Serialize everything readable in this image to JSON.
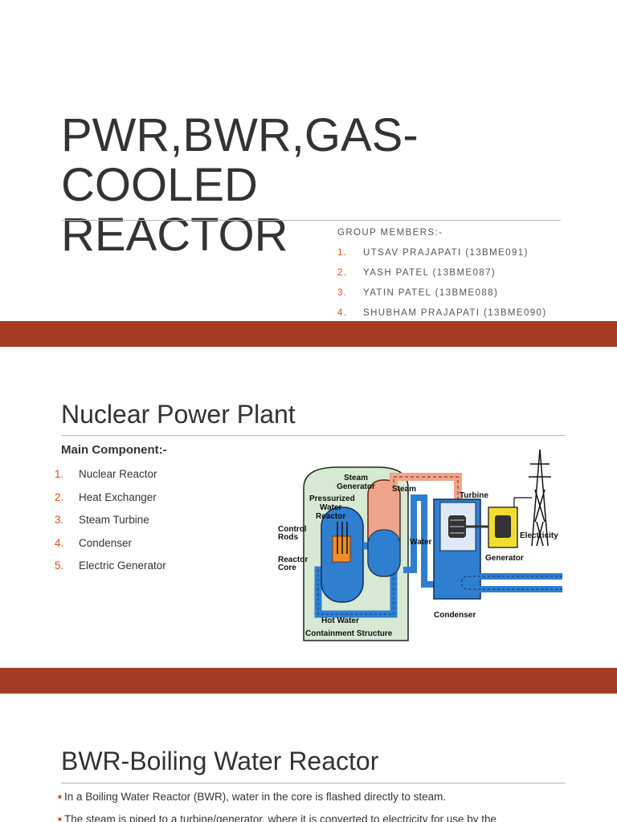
{
  "slide1": {
    "title_line1": "PWR,BWR,GAS-COOLED",
    "title_line2": "REACTOR",
    "members_heading": "GROUP MEMBERS:-",
    "members": [
      {
        "num": "1.",
        "text": "UTSAV PRAJAPATI (13BME091)"
      },
      {
        "num": "2.",
        "text": "YASH PATEL (13BME087)"
      },
      {
        "num": "3.",
        "text": "YATIN PATEL (13BME088)"
      },
      {
        "num": "4.",
        "text": "SHUBHAM PRAJAPATI (13BME090)"
      }
    ]
  },
  "slide2": {
    "title": "Nuclear Power Plant",
    "subheading": "Main Component:-",
    "components": [
      {
        "num": "1.",
        "text": "Nuclear Reactor"
      },
      {
        "num": "2.",
        "text": "Heat Exchanger"
      },
      {
        "num": "3.",
        "text": "Steam Turbine"
      },
      {
        "num": "4.",
        "text": "Condenser"
      },
      {
        "num": "5.",
        "text": "Electric Generator"
      }
    ],
    "diagram": {
      "steam_generator": "Steam Generator",
      "steam_generator_l1": "Steam",
      "steam_generator_l2": "Generator",
      "steam": "Steam",
      "pwr_l1": "Pressurized",
      "pwr_l2": "Water",
      "pwr_l3": "Reactor",
      "control_l1": "Control",
      "control_l2": "Rods",
      "core_l1": "Reactor",
      "core_l2": "Core",
      "water": "Water",
      "turbine": "Turbine",
      "electricity": "Electricity",
      "generator": "Generator",
      "hot_water": "Hot Water",
      "condenser": "Condenser",
      "containment": "Containment Structure",
      "colors": {
        "containment": "#d7e8d3",
        "water": "#2f7fd0",
        "steam": "#f0a48c",
        "generator": "#f2dc2e"
      }
    }
  },
  "slide3": {
    "title": "BWR-Boiling Water Reactor",
    "bullets": [
      "In a Boiling Water Reactor (BWR), water in the core is flashed directly to steam.",
      "The steam is piped to a turbine/generator, where it is converted to electricity for use by the"
    ]
  },
  "theme": {
    "band": "#a33c22",
    "accent": "#d9501b"
  }
}
